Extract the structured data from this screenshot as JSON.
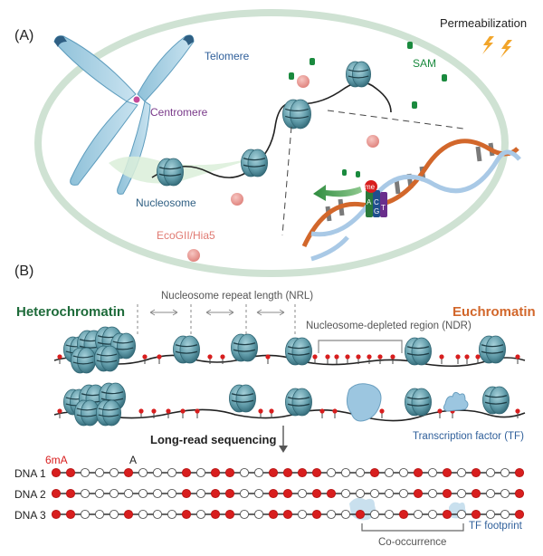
{
  "panel_a": {
    "label": "(A)",
    "permeabilization": "Permeabilization",
    "telomere": "Telomere",
    "centromere": "Centromere",
    "nucleosome": "Nucleosome",
    "sam": "SAM",
    "enzyme": "EcoGII/Hia5",
    "me": "me",
    "base_letters": [
      "A",
      "C",
      "G",
      "T"
    ]
  },
  "panel_b": {
    "label": "(B)",
    "heterochromatin": "Heterochromatin",
    "euchromatin": "Euchromatin",
    "nrl": "Nucleosome repeat length (NRL)",
    "ndr": "Nucleosome-depleted region (NDR)",
    "tf": "Transcription factor (TF)",
    "long_read": "Long-read sequencing",
    "mark_6ma": "6mA",
    "mark_a": "A",
    "tf_footprint": "TF footprint",
    "cooccurrence": "Co-occurrence",
    "reads": [
      {
        "name": "DNA 1",
        "pattern": "110001000101100111100010010101001"
      },
      {
        "name": "DNA 2",
        "pattern": "110000000101100110110000010101001"
      },
      {
        "name": "DNA 3",
        "pattern": "110001000101100110100100100101001"
      }
    ]
  },
  "colors": {
    "nucleosome": "#5f9aa8",
    "heterochromatin": "#1e6b3a",
    "euchromatin": "#d2672b",
    "methyl": "#d81e1e",
    "sam": "#1a8a3e",
    "enzyme": "#e89a95",
    "cell": "#cfe2d3",
    "tf": "#9cc6e0"
  }
}
